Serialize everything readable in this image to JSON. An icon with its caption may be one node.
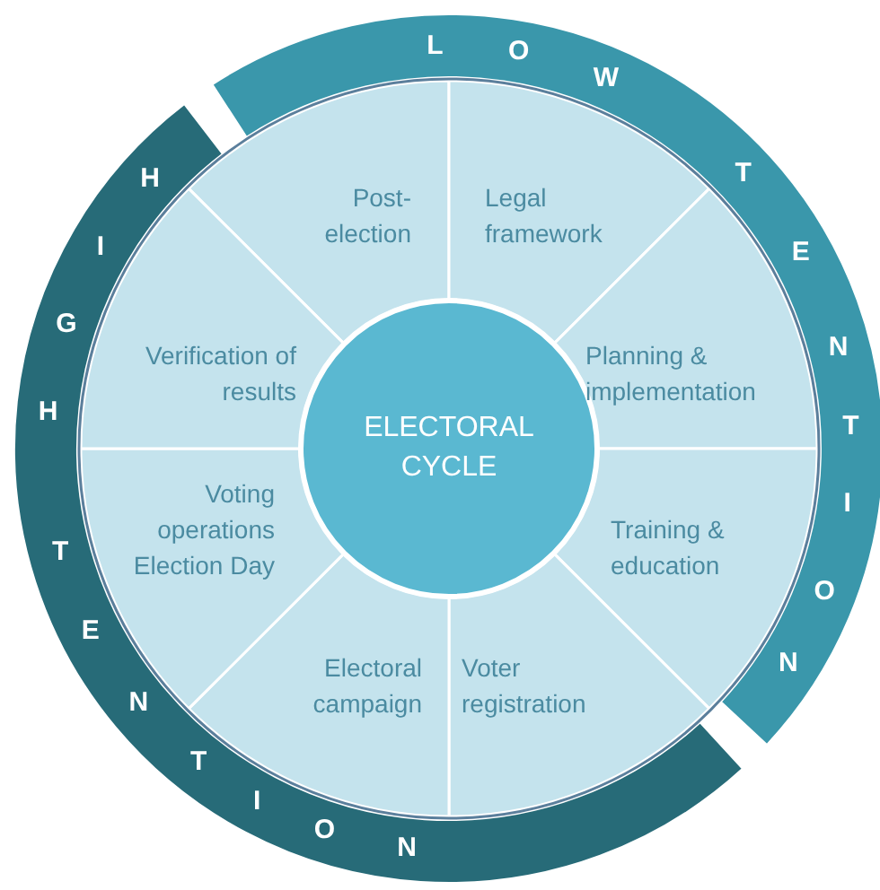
{
  "diagram": {
    "nodes": [
      {
        "text": [
          "L",
          "O",
          "W",
          "T",
          "E",
          "N",
          "T",
          "I",
          "O",
          "N"
        ]
      },
      {
        "text": [
          "H",
          "I",
          "G",
          "H",
          "T",
          "E",
          "N",
          "T",
          "I",
          "O",
          "N"
        ]
      },
      {
        "text": [
          "ELECTORAL CYCLE"
        ]
      },
      {
        "text": [
          "Post-election"
        ]
      },
      {
        "text": [
          "Legal framework"
        ]
      },
      {
        "text": [
          "Planning & implementation"
        ]
      },
      {
        "text": [
          "Training & education"
        ]
      },
      {
        "text": [
          "Voter registration"
        ]
      },
      {
        "text": [
          "Electoral campaign"
        ]
      },
      {
        "text": [
          "Voting operations Election Day"
        ]
      },
      {
        "text": [
          "Verification of results"
        ]
      }
    ]
  }
}
